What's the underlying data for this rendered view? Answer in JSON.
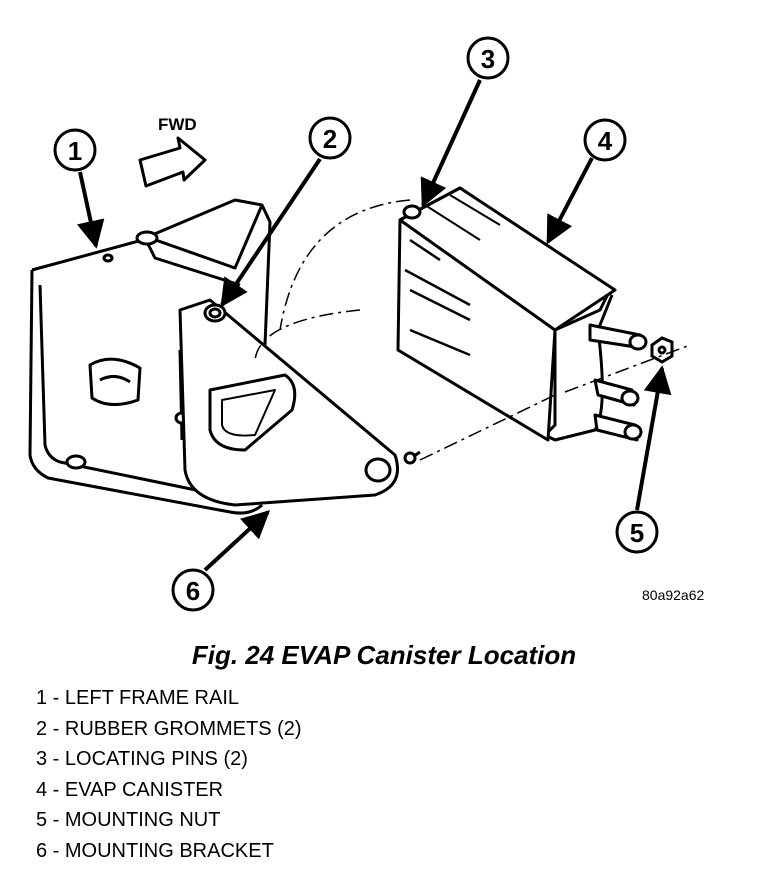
{
  "figure": {
    "fwd_label": "FWD",
    "code": "80a92a62",
    "caption": "Fig. 24 EVAP Canister Location"
  },
  "callouts": [
    {
      "number": "1"
    },
    {
      "number": "2"
    },
    {
      "number": "3"
    },
    {
      "number": "4"
    },
    {
      "number": "5"
    },
    {
      "number": "6"
    }
  ],
  "legend": [
    {
      "text": "1 - LEFT FRAME RAIL"
    },
    {
      "text": "2 - RUBBER GROMMETS (2)"
    },
    {
      "text": "3 - LOCATING PINS (2)"
    },
    {
      "text": "4 - EVAP CANISTER"
    },
    {
      "text": "5 - MOUNTING NUT"
    },
    {
      "text": "6 - MOUNTING BRACKET"
    }
  ]
}
